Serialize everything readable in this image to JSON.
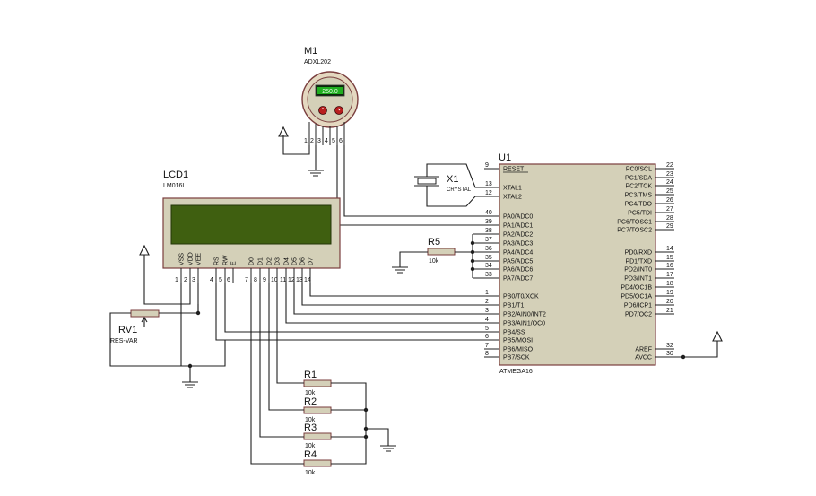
{
  "components": {
    "m1": {
      "ref": "M1",
      "part": "ADXL202",
      "display": "250.0",
      "pins": [
        "1",
        "2",
        "3",
        "4",
        "5",
        "6"
      ]
    },
    "lcd1": {
      "ref": "LCD1",
      "part": "LM016L",
      "pin_names": [
        "VSS",
        "VDD",
        "VEE",
        "RS",
        "RW",
        "E",
        "D0",
        "D1",
        "D2",
        "D3",
        "D4",
        "D5",
        "D6",
        "D7"
      ],
      "pin_numbers": [
        "1",
        "2",
        "3",
        "4",
        "5",
        "6",
        "7",
        "8",
        "9",
        "10",
        "11",
        "12",
        "13",
        "14"
      ]
    },
    "u1": {
      "ref": "U1",
      "part": "ATMEGA16",
      "left_pins": [
        {
          "num": "9",
          "name": "RESET"
        },
        {
          "num": "13",
          "name": "XTAL1"
        },
        {
          "num": "12",
          "name": "XTAL2"
        },
        {
          "num": "40",
          "name": "PA0/ADC0"
        },
        {
          "num": "39",
          "name": "PA1/ADC1"
        },
        {
          "num": "38",
          "name": "PA2/ADC2"
        },
        {
          "num": "37",
          "name": "PA3/ADC3"
        },
        {
          "num": "36",
          "name": "PA4/ADC4"
        },
        {
          "num": "35",
          "name": "PA5/ADC5"
        },
        {
          "num": "34",
          "name": "PA6/ADC6"
        },
        {
          "num": "33",
          "name": "PA7/ADC7"
        },
        {
          "num": "1",
          "name": "PB0/T0/XCK"
        },
        {
          "num": "2",
          "name": "PB1/T1"
        },
        {
          "num": "3",
          "name": "PB2/AIN0/INT2"
        },
        {
          "num": "4",
          "name": "PB3/AIN1/OC0"
        },
        {
          "num": "5",
          "name": "PB4/SS"
        },
        {
          "num": "6",
          "name": "PB5/MOSI"
        },
        {
          "num": "7",
          "name": "PB6/MISO"
        },
        {
          "num": "8",
          "name": "PB7/SCK"
        }
      ],
      "right_pins": [
        {
          "num": "22",
          "name": "PC0/SCL"
        },
        {
          "num": "23",
          "name": "PC1/SDA"
        },
        {
          "num": "24",
          "name": "PC2/TCK"
        },
        {
          "num": "25",
          "name": "PC3/TMS"
        },
        {
          "num": "26",
          "name": "PC4/TDO"
        },
        {
          "num": "27",
          "name": "PC5/TDI"
        },
        {
          "num": "28",
          "name": "PC6/TOSC1"
        },
        {
          "num": "29",
          "name": "PC7/TOSC2"
        },
        {
          "num": "14",
          "name": "PD0/RXD"
        },
        {
          "num": "15",
          "name": "PD1/TXD"
        },
        {
          "num": "16",
          "name": "PD2/INT0"
        },
        {
          "num": "17",
          "name": "PD3/INT1"
        },
        {
          "num": "18",
          "name": "PD4/OC1B"
        },
        {
          "num": "19",
          "name": "PD5/OC1A"
        },
        {
          "num": "20",
          "name": "PD6/ICP1"
        },
        {
          "num": "21",
          "name": "PD7/OC2"
        },
        {
          "num": "32",
          "name": "AREF"
        },
        {
          "num": "30",
          "name": "AVCC"
        }
      ]
    },
    "x1": {
      "ref": "X1",
      "part": "CRYSTAL"
    },
    "r5": {
      "ref": "R5",
      "value": "10k"
    },
    "rv1": {
      "ref": "RV1",
      "part": "RES-VAR"
    },
    "r1": {
      "ref": "R1",
      "value": "10k"
    },
    "r2": {
      "ref": "R2",
      "value": "10k"
    },
    "r3": {
      "ref": "R3",
      "value": "10k"
    },
    "r4": {
      "ref": "R4",
      "value": "10k"
    }
  },
  "colors": {
    "wire": "#1f1f1f",
    "component_body": "#d4d0b8",
    "component_border": "#7a3e3e",
    "lcd_screen": "#3f5f10",
    "display_green": "#1fae1f",
    "sensor_ring": "#e4d8c0"
  }
}
